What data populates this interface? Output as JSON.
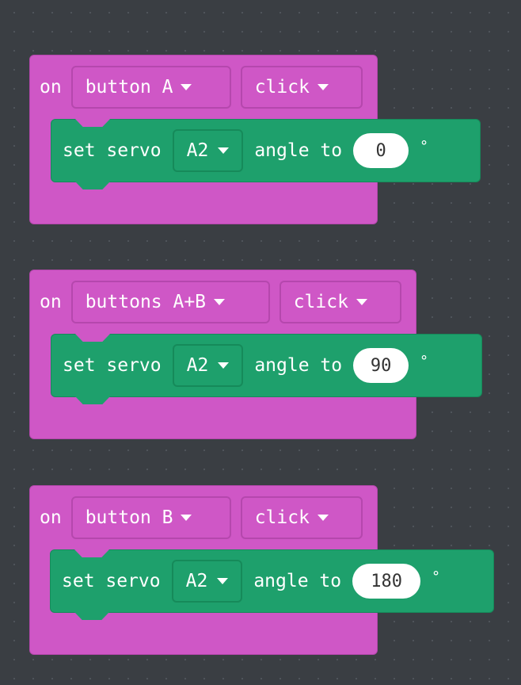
{
  "colors": {
    "event": "#cf57c6",
    "servo": "#1ea06c",
    "background": "#3a3e43"
  },
  "blocks": [
    {
      "on": "on",
      "button": "button A",
      "event": "click",
      "set": "set servo",
      "pin": "A2",
      "angle_label": "angle to",
      "angle": "0",
      "degree": "°"
    },
    {
      "on": "on",
      "button": "buttons A+B",
      "event": "click",
      "set": "set servo",
      "pin": "A2",
      "angle_label": "angle to",
      "angle": "90",
      "degree": "°"
    },
    {
      "on": "on",
      "button": "button B",
      "event": "click",
      "set": "set servo",
      "pin": "A2",
      "angle_label": "angle to",
      "angle": "180",
      "degree": "°"
    }
  ]
}
